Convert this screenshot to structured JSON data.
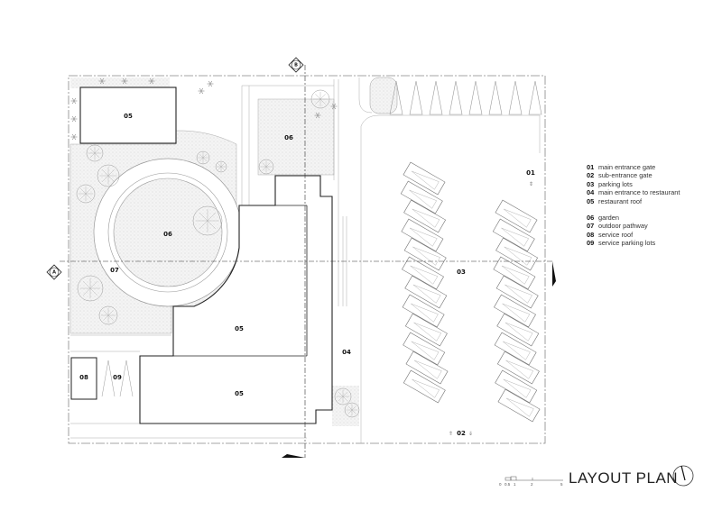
{
  "title": "LAYOUT PLAN",
  "scale_bar": {
    "ticks": [
      "0",
      "0.5",
      "1",
      "2",
      "5"
    ]
  },
  "legend": {
    "group1": [
      {
        "num": "01",
        "text": "main entrance gate"
      },
      {
        "num": "02",
        "text": "sub-entrance gate"
      },
      {
        "num": "03",
        "text": "parking lots"
      },
      {
        "num": "04",
        "text": "main entrance to restaurant"
      },
      {
        "num": "05",
        "text": "restaurant roof"
      }
    ],
    "group2": [
      {
        "num": "06",
        "text": "garden"
      },
      {
        "num": "07",
        "text": "outdoor pathway"
      },
      {
        "num": "08",
        "text": "service roof"
      },
      {
        "num": "09",
        "text": "service parking lots"
      }
    ]
  },
  "plan_labels": {
    "roof_top_left": "05",
    "garden_top": "06",
    "garden_circle": "06",
    "pathway": "07",
    "roof_mid": "05",
    "roof_bottom": "05",
    "entrance": "04",
    "service_roof": "08",
    "service_parking": "09",
    "parking": "03",
    "main_gate": "01",
    "sub_gate": "02"
  },
  "section_markers": {
    "a": "A",
    "b": "B"
  },
  "colors": {
    "line": "#222222",
    "thin": "#9a9a9a",
    "hatch": "#e6e6e6"
  }
}
